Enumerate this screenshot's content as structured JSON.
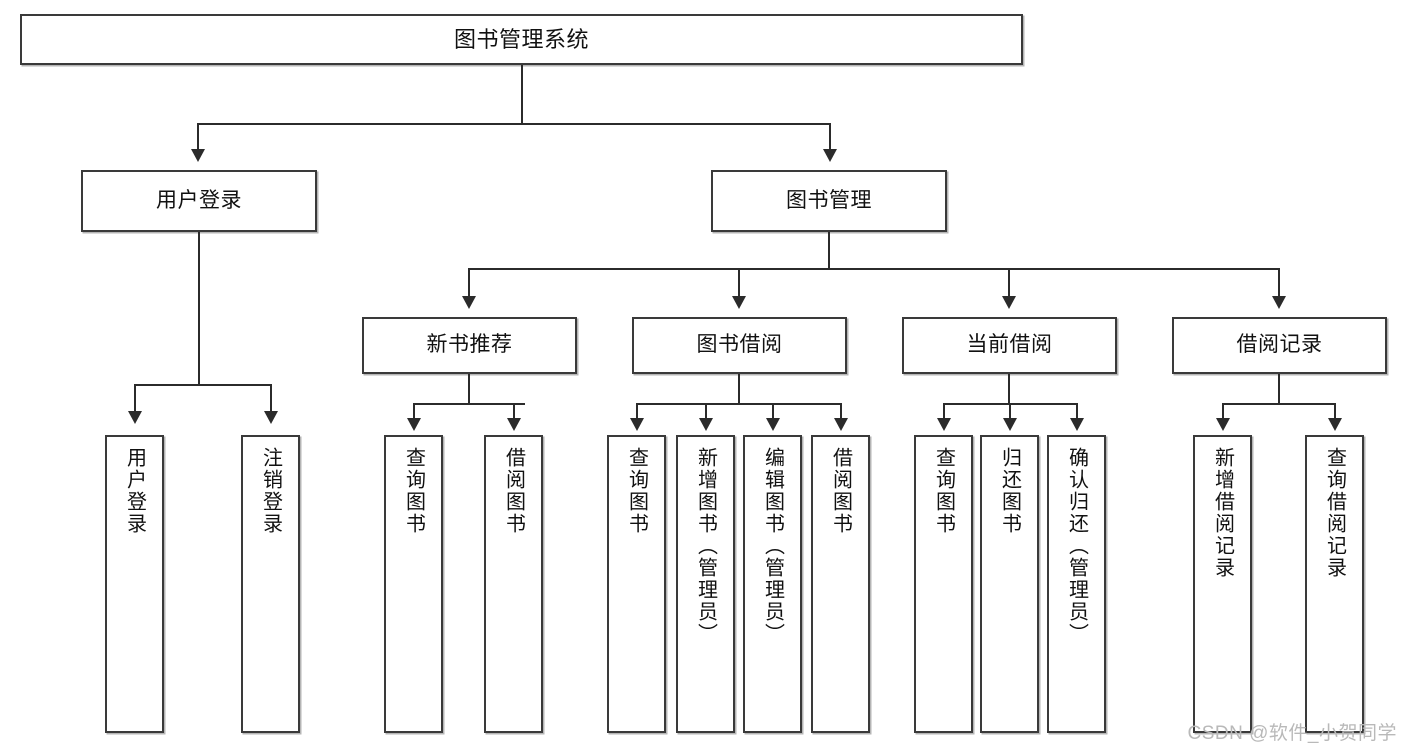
{
  "diagram": {
    "title": "图书管理系统",
    "type": "tree-hierarchy-chart",
    "root": {
      "label": "图书管理系统"
    },
    "level2": [
      {
        "label": "用户登录"
      },
      {
        "label": "图书管理"
      }
    ],
    "level3": [
      {
        "label": "新书推荐"
      },
      {
        "label": "图书借阅"
      },
      {
        "label": "当前借阅"
      },
      {
        "label": "借阅记录"
      }
    ],
    "leaves": {
      "user_login": [
        {
          "label": "用户登录"
        },
        {
          "label": "注销登录"
        }
      ],
      "new_book_recommend": [
        {
          "label": "查询图书"
        },
        {
          "label": "借阅图书"
        }
      ],
      "book_borrow": [
        {
          "label": "查询图书"
        },
        {
          "label": "新增图书（管理员）"
        },
        {
          "label": "编辑图书（管理员）"
        },
        {
          "label": "借阅图书"
        }
      ],
      "current_borrow": [
        {
          "label": "查询图书"
        },
        {
          "label": "归还图书"
        },
        {
          "label": "确认归还（管理员）"
        }
      ],
      "borrow_record": [
        {
          "label": "新增借阅记录"
        },
        {
          "label": "查询借阅记录"
        }
      ]
    }
  },
  "watermark": {
    "text": "CSDN @软件_小贺同学"
  },
  "colors": {
    "node_border": "#3a3a3a",
    "connector": "#2b2b2b",
    "background": "#ffffff",
    "text": "#111111",
    "watermark": "#b9b9b9"
  }
}
